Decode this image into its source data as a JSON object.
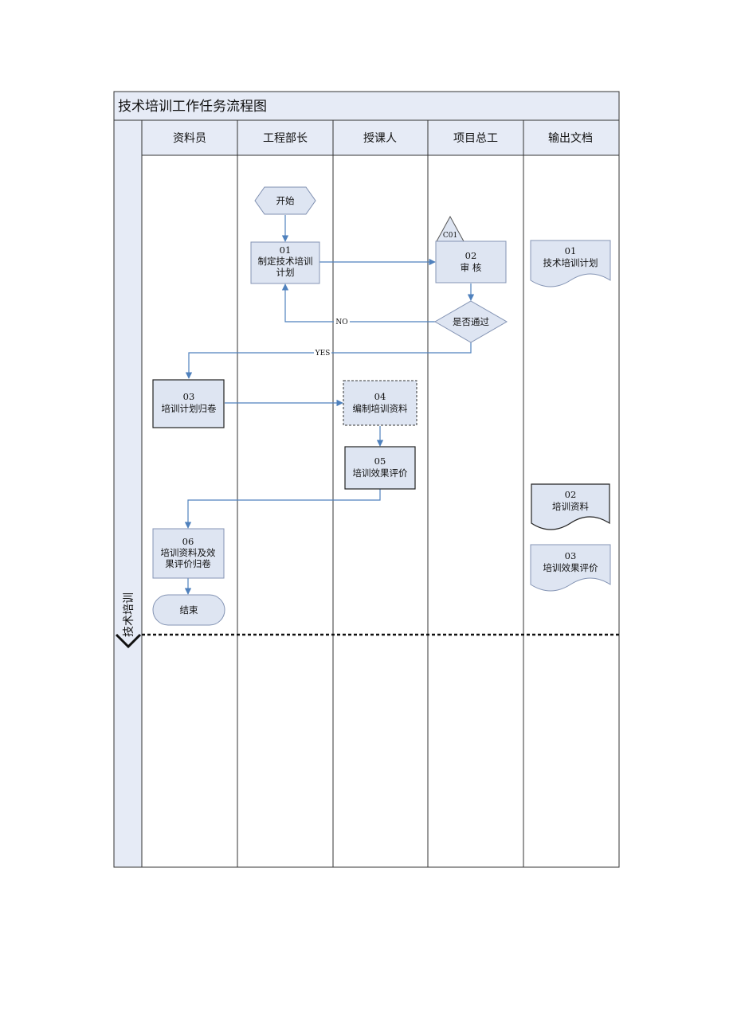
{
  "title": "技术培训工作任务流程图",
  "phase_label": "技术培训",
  "lanes": [
    "资料员",
    "工程部长",
    "授课人",
    "项目总工",
    "输出文档"
  ],
  "nodes": {
    "start": {
      "lines": [
        "开始"
      ]
    },
    "n01": {
      "lines": [
        "01",
        "制定技术培训",
        "计划"
      ]
    },
    "n02": {
      "lines": [
        "02",
        "审  核"
      ]
    },
    "c01": {
      "lines": [
        "C01"
      ]
    },
    "decision": {
      "lines": [
        "是否通过"
      ]
    },
    "n03": {
      "lines": [
        "03",
        "培训计划归卷"
      ]
    },
    "n04": {
      "lines": [
        "04",
        "编制培训资料"
      ]
    },
    "n05": {
      "lines": [
        "05",
        "培训效果评价"
      ]
    },
    "n06": {
      "lines": [
        "06",
        "培训资料及效",
        "果评价归卷"
      ]
    },
    "end": {
      "lines": [
        "结束"
      ]
    },
    "doc01": {
      "lines": [
        "01",
        "技术培训计划"
      ]
    },
    "doc02": {
      "lines": [
        "02",
        "培训资料"
      ]
    },
    "doc03": {
      "lines": [
        "03",
        "培训效果评价"
      ]
    }
  },
  "edge_labels": {
    "no": "NO",
    "yes": "YES"
  },
  "colors": {
    "header_fill": "#e6ebf6",
    "node_fill": "#dee5f2",
    "edge": "#4f81bd",
    "border": "#333333"
  }
}
